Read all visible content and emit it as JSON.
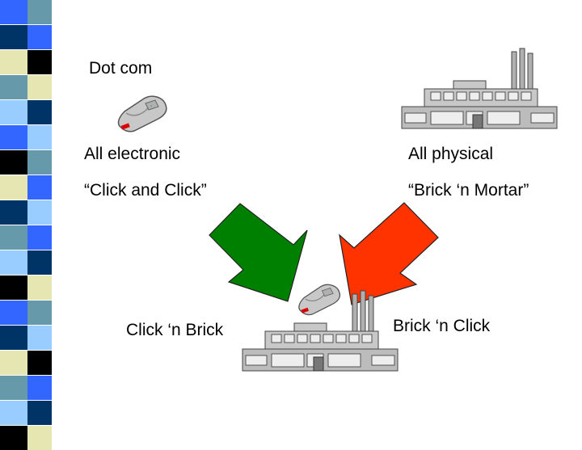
{
  "labels": {
    "dot_com": "Dot com",
    "all_electronic": "All electronic",
    "all_physical": "All physical",
    "click_and_click": "“Click and Click”",
    "brick_n_mortar": "“Brick ‘n Mortar”",
    "click_n_brick": "Click ‘n Brick",
    "brick_n_click": "Brick ‘n Click"
  },
  "colors": {
    "arrow_left": "#008000",
    "arrow_right": "#ff3300",
    "stripe_palette": [
      "#3366ff",
      "#003366",
      "#e6e6b3",
      "#6699aa",
      "#99ccff",
      "#000000",
      "#ffffff"
    ]
  }
}
